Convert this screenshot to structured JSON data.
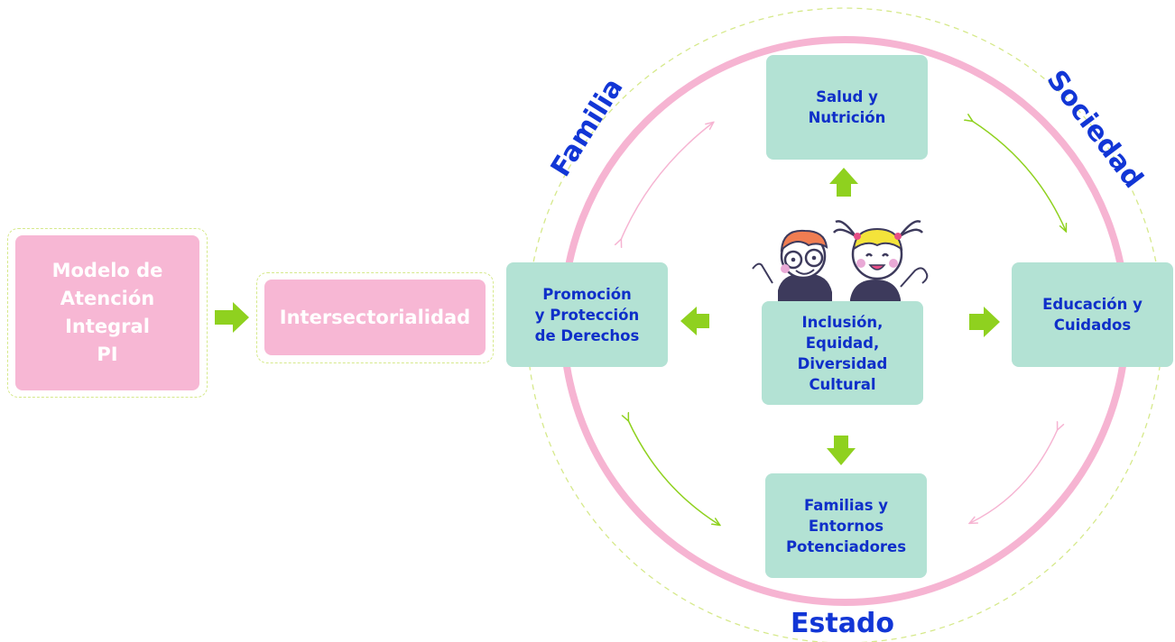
{
  "left_box": "Modelo de\nAtención\nIntegral\nPI",
  "middle_box": "Intersectorialidad",
  "ring_labels": {
    "top_left": "Familia",
    "top_right": "Sociedad",
    "bottom": "Estado"
  },
  "nodes": {
    "top": "Salud y\nNutrición",
    "left": "Promoción\ny Protección\nde Derechos",
    "right": "Educación y\nCuidados",
    "bottom": "Familias y\nEntornos\nPotenciadores",
    "center": "Inclusión,\nEquidad,\nDiversidad\nCultural"
  },
  "illustration": "two-children-illustration",
  "colors": {
    "pink": "#f7b7d4",
    "teal": "#b3e2d4",
    "green": "#8fd11f",
    "blue_text": "#0f2fc9",
    "ring_pink": "#f6b4d2",
    "ring_dash": "#d6e98b"
  }
}
